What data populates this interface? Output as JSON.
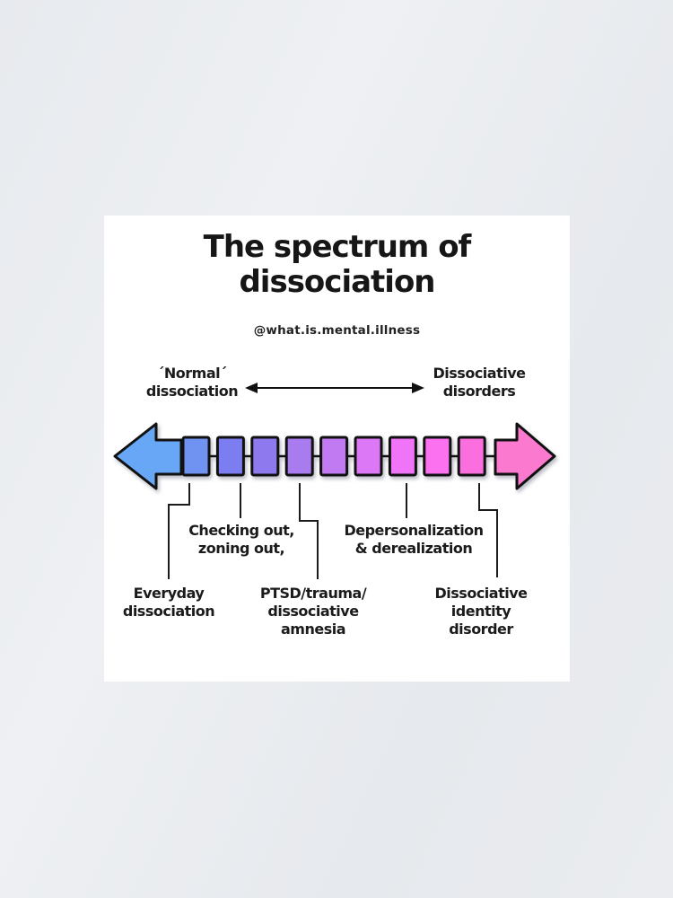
{
  "poster": {
    "title_line1": "The spectrum of",
    "title_line2": "dissociation",
    "handle": "@what.is.mental.illness",
    "axis": {
      "left_label": "´Normal´\ndissociation",
      "right_label": "Dissociative\ndisorders"
    },
    "spectrum": {
      "left_arrow_color": "#68a7f6",
      "right_arrow_color": "#fb79cf",
      "outline_color": "#111111",
      "segment_colors": [
        "#7093f2",
        "#7b7df0",
        "#8e7aee",
        "#a87bef",
        "#c17af2",
        "#dc78f5",
        "#ef74f8",
        "#fb71f0",
        "#fb6edd"
      ]
    },
    "callouts": {
      "checking_out": "Checking out,\nzoning out,",
      "depersonalization": "Depersonalization\n& derealization",
      "everyday": "Everyday\ndissociation",
      "ptsd": "PTSD/trauma/\ndissociative\namnesia",
      "did": "Dissociative\nidentity disorder"
    }
  }
}
